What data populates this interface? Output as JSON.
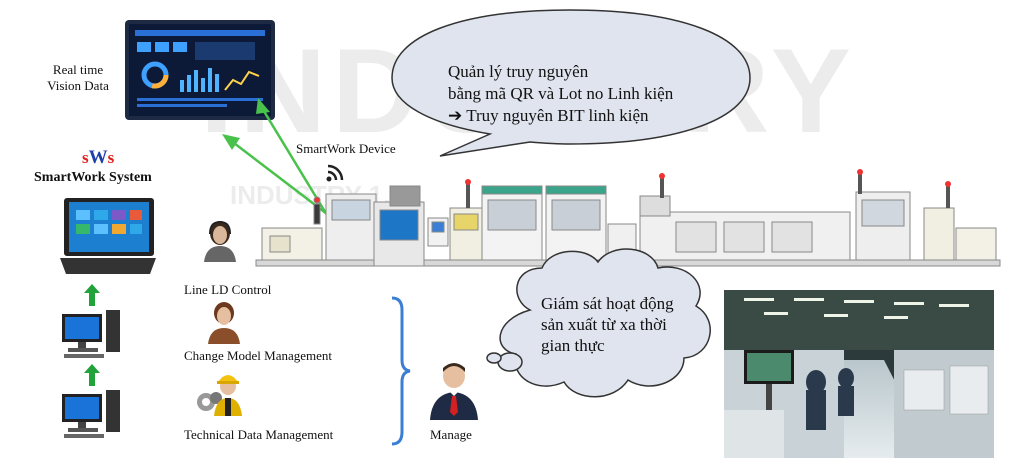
{
  "watermark": {
    "main": "INDUSTRY",
    "sub": "INDUSTRY 1.0"
  },
  "dashboard": {
    "label_line1": "Real time",
    "label_line2": "Vision Data"
  },
  "system": {
    "brand_s1": "s",
    "brand_w": "W",
    "brand_s2": "s",
    "name": "SmartWork System"
  },
  "device": {
    "label": "SmartWork Device"
  },
  "bubble_top": {
    "line1": "Quản lý truy nguyên",
    "line2": "bằng mã QR và Lot no Linh kiện",
    "arrow": "➔",
    "line3": "Truy nguyên BIT linh kiện"
  },
  "bubble_cloud": {
    "line1": "Giám sát hoạt động",
    "line2": "sản xuất từ xa thời",
    "line3": "gian thực"
  },
  "roles": [
    {
      "label": "Line LD Control"
    },
    {
      "label": "Change Model Management"
    },
    {
      "label": "Technical Data Management"
    }
  ],
  "manager": {
    "label": "Manage"
  },
  "colors": {
    "brand_red": "#e0201e",
    "brand_blue": "#1f3fa8",
    "arrow_green": "#49c24c",
    "bracket_blue": "#3b7fd4",
    "bubble_fill": "#dfe4ee"
  }
}
